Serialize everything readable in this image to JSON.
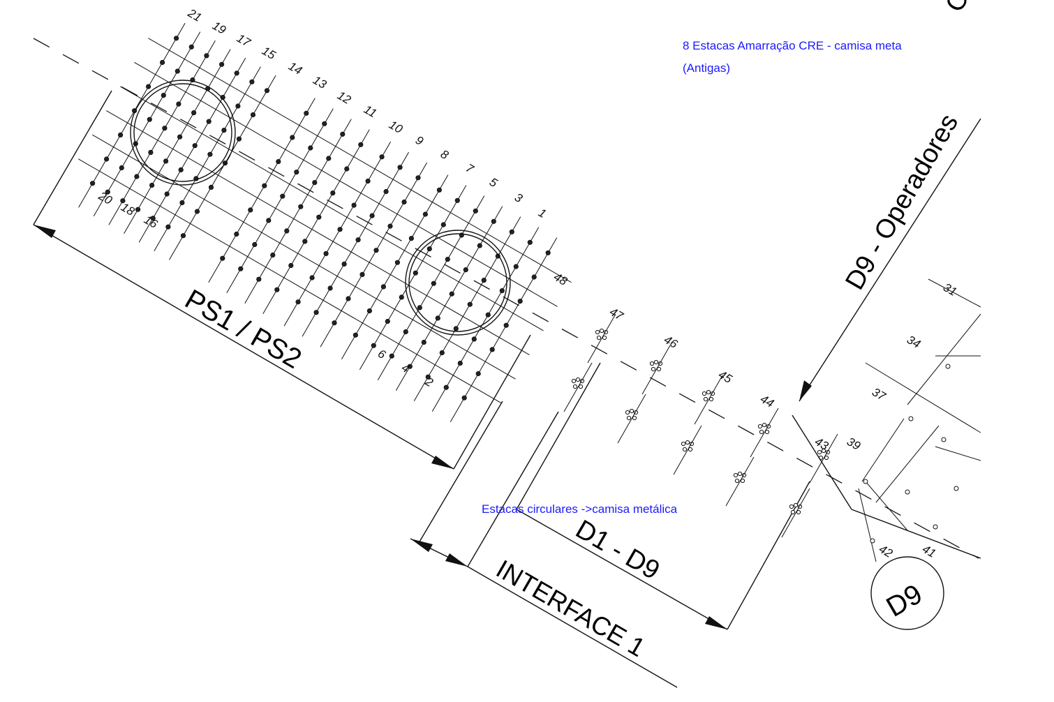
{
  "notes": {
    "top_note_line1": "8 Estacas Amarração CRE - camisa meta",
    "top_note_line2": "(Antigas)",
    "bottom_note": "Estacas circulares ->camisa metálica"
  },
  "labels": {
    "ps1_ps2": "PS1 / PS2",
    "d1_d9": "D1 - D9",
    "interface_1": "INTERFACE 1",
    "d9_operadores": "D9 - Operadores",
    "d9_circle": "D9",
    "cut_corner": "C"
  },
  "axis_numbers_top": [
    "21",
    "19",
    "17",
    "15",
    "14",
    "13",
    "12",
    "11",
    "10",
    "9",
    "8",
    "7",
    "5",
    "3",
    "1"
  ],
  "axis_numbers_bottom_left": [
    "20",
    "18",
    "16"
  ],
  "axis_numbers_bottom_mid": [
    "6",
    "4",
    "2"
  ],
  "axis_numbers_right": [
    "48",
    "47",
    "46",
    "45",
    "44",
    "43",
    "39",
    "42",
    "41",
    "31",
    "34",
    "37"
  ],
  "colors": {
    "note_blue": "#1a1aff",
    "ink": "#111111"
  }
}
